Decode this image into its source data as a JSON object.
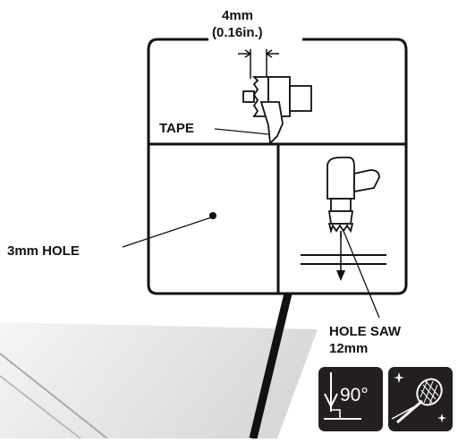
{
  "labels": {
    "dimension_mm": "4mm",
    "dimension_in": "(0.16in.)",
    "tape": "TAPE",
    "hole": "3mm HOLE",
    "hole_saw": "HOLE SAW",
    "hole_saw_size": "12mm",
    "angle": "90°"
  },
  "icons": [
    "perpendicular-90-degree-icon",
    "clean-surface-icon"
  ],
  "colors": {
    "ink": "#111111",
    "icon_bg": "#231f20",
    "shade": "#ececec"
  }
}
